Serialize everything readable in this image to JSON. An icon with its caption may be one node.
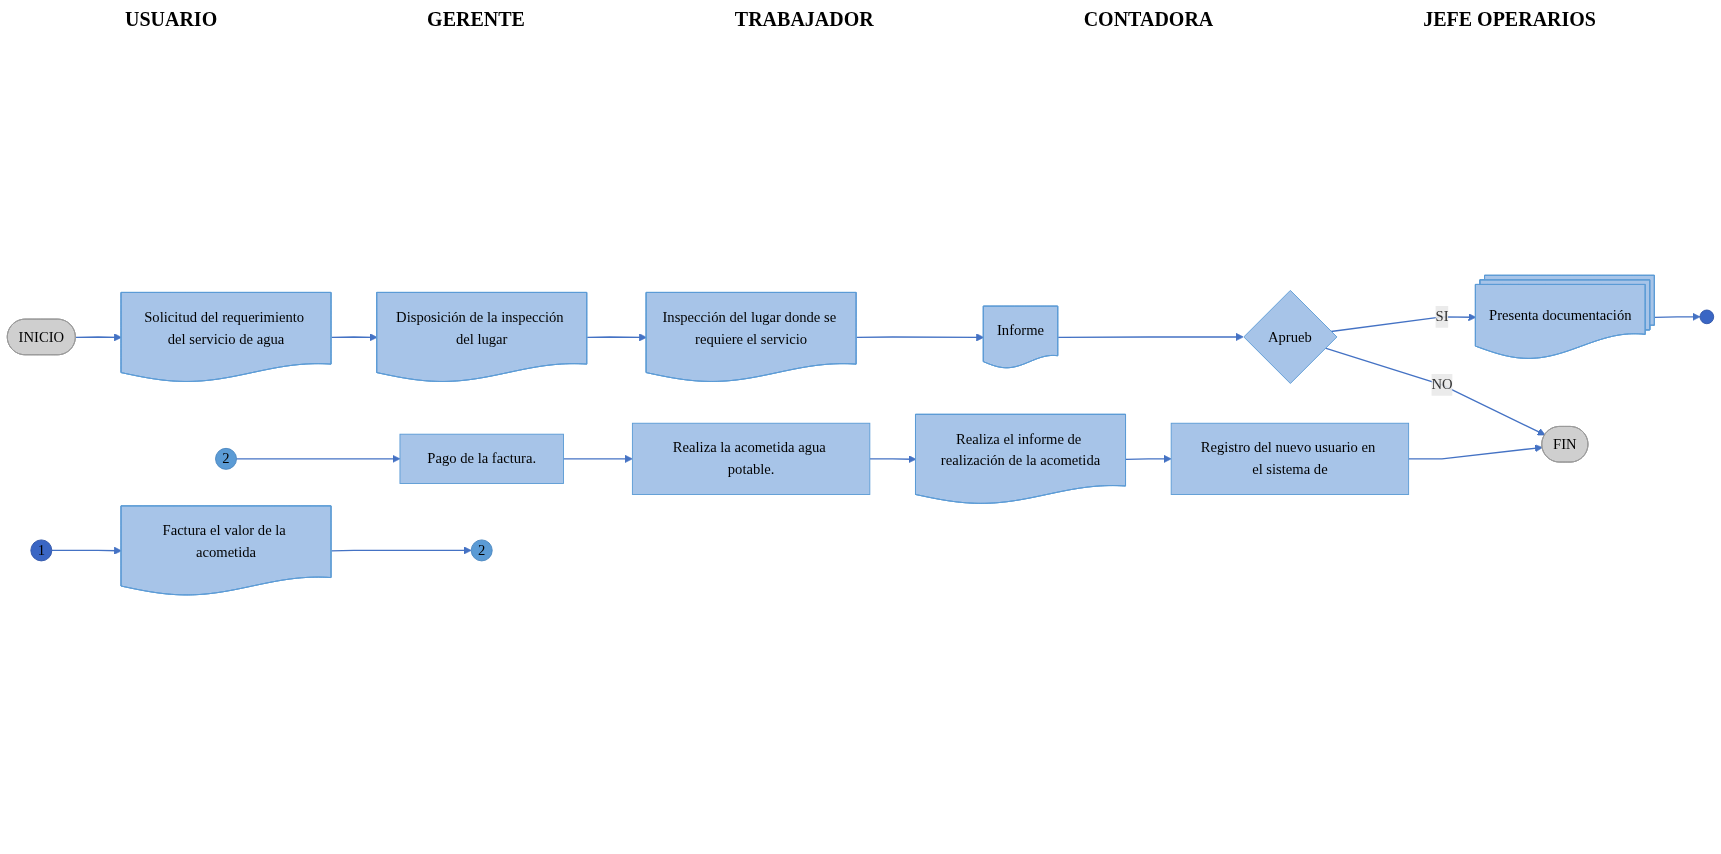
{
  "diagram": {
    "nodes": [
      {
        "text": [
          "INICIO"
        ]
      },
      {
        "text": [
          "Solicitud del requerimiento del servicio de agua"
        ]
      },
      {
        "text": [
          "Disposición de la inspección del lugar"
        ]
      },
      {
        "text": [
          "Inspección del lugar donde se requiere el servicio"
        ]
      },
      {
        "text": [
          "Informe"
        ]
      },
      {
        "text": [
          "Aprueb"
        ]
      },
      {
        "text": [
          "Presenta documentación"
        ]
      },
      {
        "text": [],
        "shape": "circle"
      },
      {
        "text": [
          "2"
        ]
      },
      {
        "text": [
          "FIN"
        ]
      },
      {
        "text": [
          "Pago de la factura."
        ]
      },
      {
        "text": [
          "Realiza la acometida agua potable."
        ]
      },
      {
        "text": [
          "1"
        ]
      },
      {
        "text": [
          "Factura el valor de la acometida"
        ]
      },
      {
        "text": [
          "2"
        ]
      },
      {
        "text": [
          "Realiza el informe de realización de la acometida"
        ]
      },
      {
        "text": [
          "Registro del nuevo usuario en el sistema de"
        ]
      }
    ],
    "edges": [
      {
        "from": 0,
        "to": 1,
        "arrow": "to"
      },
      {
        "from": 1,
        "to": 2,
        "arrow": "to"
      },
      {
        "from": 2,
        "to": 3,
        "arrow": "to"
      },
      {
        "from": 3,
        "to": 4,
        "arrow": "to"
      },
      {
        "from": 4,
        "to": 5,
        "arrow": "to"
      },
      {
        "from": 5,
        "to": 6,
        "label": "SI",
        "arrow": "to"
      },
      {
        "from": 5,
        "to": 9,
        "label": "NO",
        "arrow": "to"
      },
      {
        "from": 16,
        "to": 9,
        "arrow": "to"
      },
      {
        "from": 6,
        "to": 7,
        "arrow": "to"
      },
      {
        "from": 8,
        "to": 10,
        "arrow": "to"
      },
      {
        "from": 10,
        "to": 11,
        "arrow": "to"
      },
      {
        "from": 11,
        "to": 15,
        "arrow": "to"
      },
      {
        "from": 15,
        "to": 16,
        "arrow": "to"
      },
      {
        "from": 12,
        "to": 13,
        "arrow": "to"
      },
      {
        "from": 13,
        "to": 14,
        "arrow": "to"
      }
    ],
    "labels": [
      "USUARIO",
      "GERENTE",
      "TRABAJADOR",
      "CONTADORA",
      "JEFE OPERARIOS"
    ]
  }
}
